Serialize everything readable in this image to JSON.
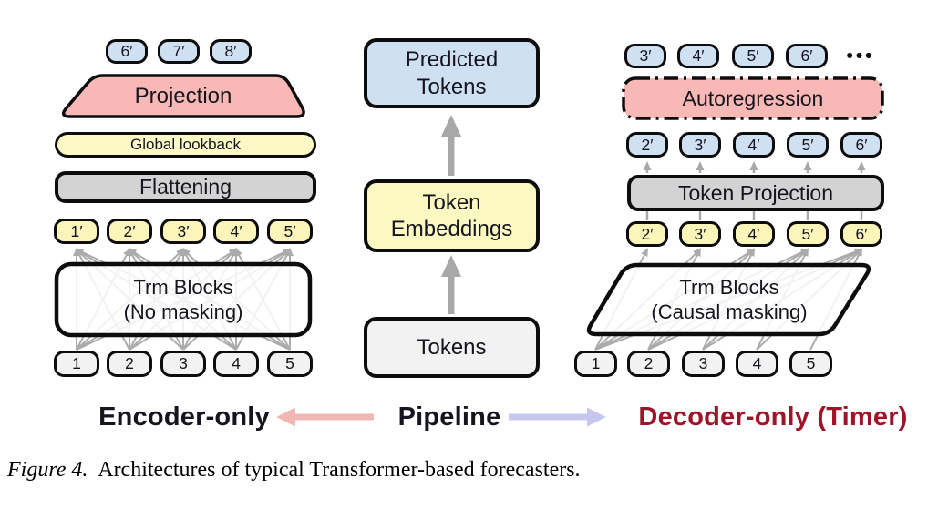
{
  "caption": {
    "label": "Figure 4.",
    "text": "Architectures of typical Transformer-based forecasters."
  },
  "legend": {
    "encoder_label": "Encoder-only",
    "pipeline_label": "Pipeline",
    "decoder_label": "Decoder-only (Timer)"
  },
  "encoder": {
    "outputs": [
      "6′",
      "7′",
      "8′"
    ],
    "projection": "Projection",
    "global_lookback": "Global lookback",
    "flattening": "Flattening",
    "hidden_tokens": [
      "1′",
      "2′",
      "3′",
      "4′",
      "5′"
    ],
    "trm_line1": "Trm Blocks",
    "trm_line2": "(No masking)",
    "input_tokens": [
      "1",
      "2",
      "3",
      "4",
      "5"
    ]
  },
  "pipeline": {
    "predicted_line1": "Predicted",
    "predicted_line2": "Tokens",
    "embeddings_line1": "Token",
    "embeddings_line2": "Embeddings",
    "tokens": "Tokens"
  },
  "decoder": {
    "outputs": [
      "3′",
      "4′",
      "5′",
      "6′"
    ],
    "ellipsis": "•••",
    "autoregression": "Autoregression",
    "predicted_tokens": [
      "2′",
      "3′",
      "4′",
      "5′",
      "6′"
    ],
    "token_projection": "Token Projection",
    "hidden_tokens": [
      "2′",
      "3′",
      "4′",
      "5′",
      "6′"
    ],
    "trm_line1": "Trm Blocks",
    "trm_line2": "(Causal masking)",
    "input_tokens": [
      "1",
      "2",
      "3",
      "4",
      "5"
    ]
  },
  "colors": {
    "token_blue": "#cfe0f3",
    "accent_pink": "#f8b8b5",
    "banner_yellow": "#fcf9c6",
    "token_yellow": "#fbf5b9",
    "box_gray": "#d3d3d3",
    "token_white": "#f2f2f2",
    "arrow_gray": "#a8a8a8",
    "encoder_arrow_pink": "#f2b7b3",
    "decoder_arrow_lavender": "#c6c7ee",
    "decoder_label_red": "#9f1428"
  }
}
